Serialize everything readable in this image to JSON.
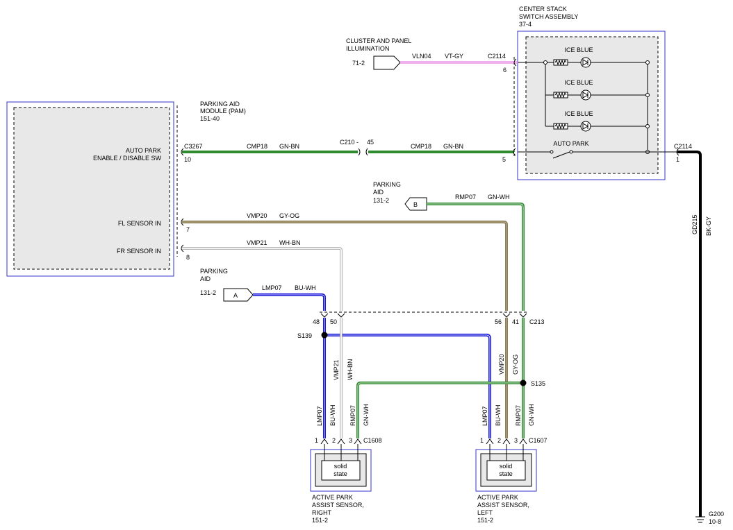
{
  "modules": {
    "pam": {
      "title": "PARKING AID",
      "title2": "MODULE (PAM)",
      "ref": "151-40",
      "pin_auto_park": "AUTO PARK",
      "pin_auto_park2": "ENABLE / DISABLE SW",
      "pin_fl": "FL SENSOR IN",
      "pin_fr": "FR SENSOR IN"
    },
    "center_stack": {
      "title": "CENTER STACK",
      "title2": "SWITCH ASSEMBLY",
      "ref": "37-4",
      "lamp1": "ICE BLUE",
      "lamp2": "ICE BLUE",
      "lamp3": "ICE BLUE",
      "switch": "AUTO PARK"
    },
    "cluster": {
      "title": "CLUSTER AND PANEL",
      "title2": "ILLUMINATION",
      "ref": "71-2"
    },
    "parking_aid_b": {
      "title": "PARKING",
      "title2": "AID",
      "ref": "131-2",
      "tag": "B"
    },
    "parking_aid_a": {
      "title": "PARKING",
      "title2": "AID",
      "ref": "131-2",
      "tag": "A"
    },
    "sensor_right": {
      "inner": "solid",
      "inner2": "state",
      "title": "ACTIVE PARK",
      "title2": "ASSIST SENSOR,",
      "title3": "RIGHT",
      "ref": "151-2"
    },
    "sensor_left": {
      "inner": "solid",
      "inner2": "state",
      "title": "ACTIVE PARK",
      "title2": "ASSIST SENSOR,",
      "title3": "LEFT",
      "ref": "151-2"
    },
    "ground": {
      "name": "G200",
      "ref": "10-8"
    }
  },
  "connectors": {
    "c2114a": "C2114",
    "c2114a_pin": "6",
    "c2114b": "C2114",
    "c2114b_pin": "1",
    "c3267": "C3267",
    "c3267_pin10": "10",
    "pin7": "7",
    "pin8": "8",
    "c210": "C210 -",
    "c210_pin": "45",
    "cs_pin5": "5",
    "c213": "C213",
    "c213_pin48": "48",
    "c213_pin50": "50",
    "c213_pin56": "56",
    "c213_pin41": "41",
    "c1608": "C1608",
    "c1607": "C1607",
    "p1a": "1",
    "p2a": "2",
    "p3a": "3",
    "p1b": "1",
    "p2b": "2",
    "p3b": "3"
  },
  "splices": {
    "s139": "S139",
    "s135": "S135"
  },
  "wires": {
    "vln04": "VLN04",
    "vtgy": "VT-GY",
    "cmp18a": "CMP18",
    "gnbn_a": "GN-BN",
    "cmp18b": "CMP18",
    "gnbn_b": "GN-BN",
    "rmp07": "RMP07",
    "gnwh": "GN-WH",
    "vmp20": "VMP20",
    "gyog": "GY-OG",
    "vmp21": "VMP21",
    "whbn": "WH-BN",
    "lmp07": "LMP07",
    "buwh": "BU-WH",
    "v_vmp21": "VMP21",
    "v_whbn": "WH-BN",
    "v_vmp20": "VMP20",
    "v_gyog": "GY-OG",
    "v_lmp07a": "LMP07",
    "v_buwh_a": "BU-WH",
    "v_rmp07a": "RMP07",
    "v_gnwh_a": "GN-WH",
    "v_lmp07b": "LMP07",
    "v_buwh_b": "BU-WH",
    "v_rmp07b": "RMP07",
    "v_gnwh_b": "GN-WH",
    "gd215": "GD215",
    "bkgy": "BK-GY"
  },
  "colors": {
    "green": "#2e8b2e",
    "blue": "#1a1adb",
    "olive": "#8c7d55",
    "gray": "#9a9a9a",
    "pink": "#e060e0",
    "black": "#000000",
    "module_border": "#3333cc"
  }
}
